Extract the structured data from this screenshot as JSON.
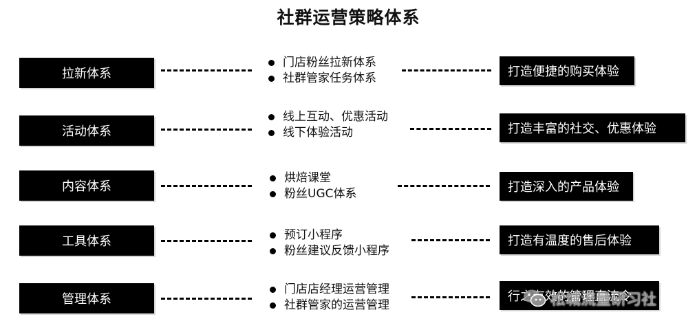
{
  "title": "社群运营策略体系",
  "rows": [
    {
      "system": "拉新体系",
      "items": [
        "门店粉丝拉新体系",
        "社群管家任务体系"
      ],
      "goal": "打造便捷的购买体验"
    },
    {
      "system": "活动体系",
      "items": [
        "线上互动、优惠活动",
        "线下体验活动"
      ],
      "goal": "打造丰富的社交、优惠体验"
    },
    {
      "system": "内容体系",
      "items": [
        "烘焙课堂",
        "粉丝UGC体系"
      ],
      "goal": "打造深入的产品体验"
    },
    {
      "system": "工具体系",
      "items": [
        "预订小程序",
        "粉丝建议反馈小程序"
      ],
      "goal": "打造有温度的售后体验"
    },
    {
      "system": "管理体系",
      "items": [
        "门店店经理运营管理",
        "社群管家的运营管理"
      ],
      "goal": "行之有效的管理直流令"
    }
  ],
  "watermark": "松城流量研习社",
  "icons": {
    "watermark": "wechat-icon",
    "bullet": "bullet-dot-icon"
  }
}
